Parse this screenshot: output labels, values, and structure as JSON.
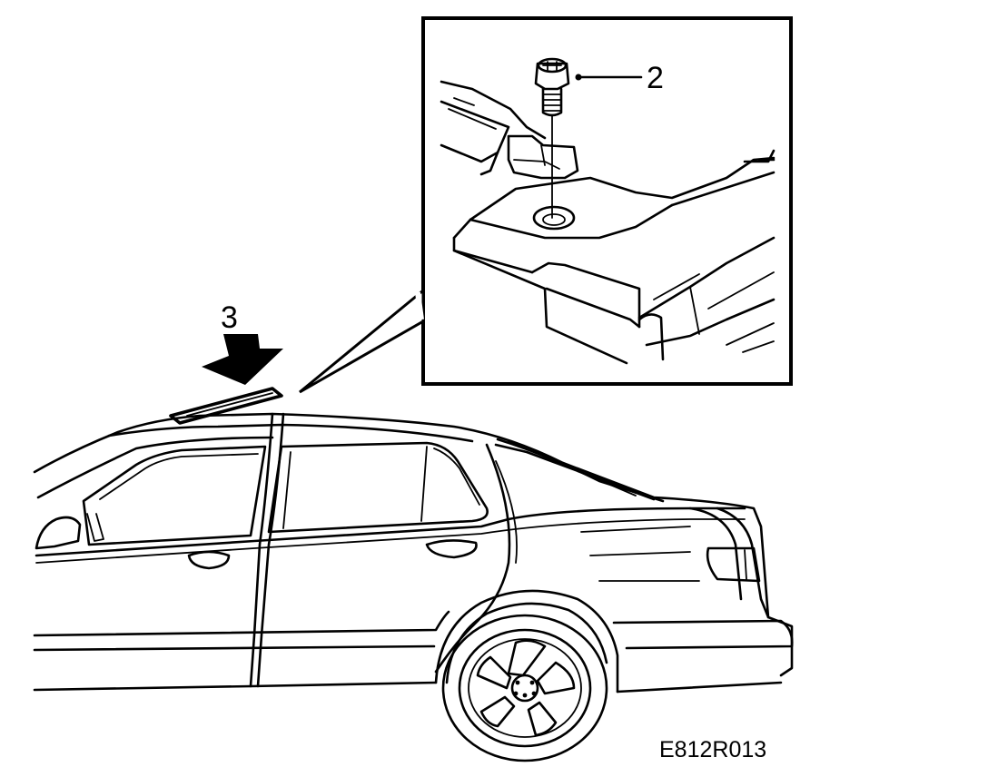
{
  "figure": {
    "code": "E812R013"
  },
  "callouts": {
    "bolt": "2",
    "roof_rail": "3"
  },
  "colors": {
    "line": "#000000",
    "background": "#ffffff"
  }
}
